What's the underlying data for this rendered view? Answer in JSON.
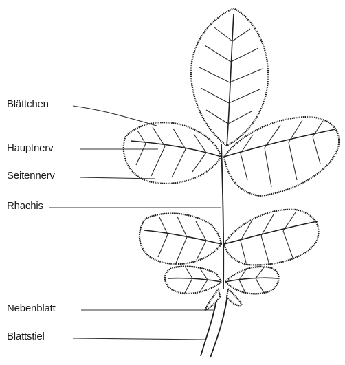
{
  "labels": {
    "leaflet": "Blättchen",
    "main_vein": "Hauptnerv",
    "side_vein": "Seitennerv",
    "rachis": "Rhachis",
    "stipule": "Nebenblatt",
    "petiole": "Blattstiel"
  }
}
